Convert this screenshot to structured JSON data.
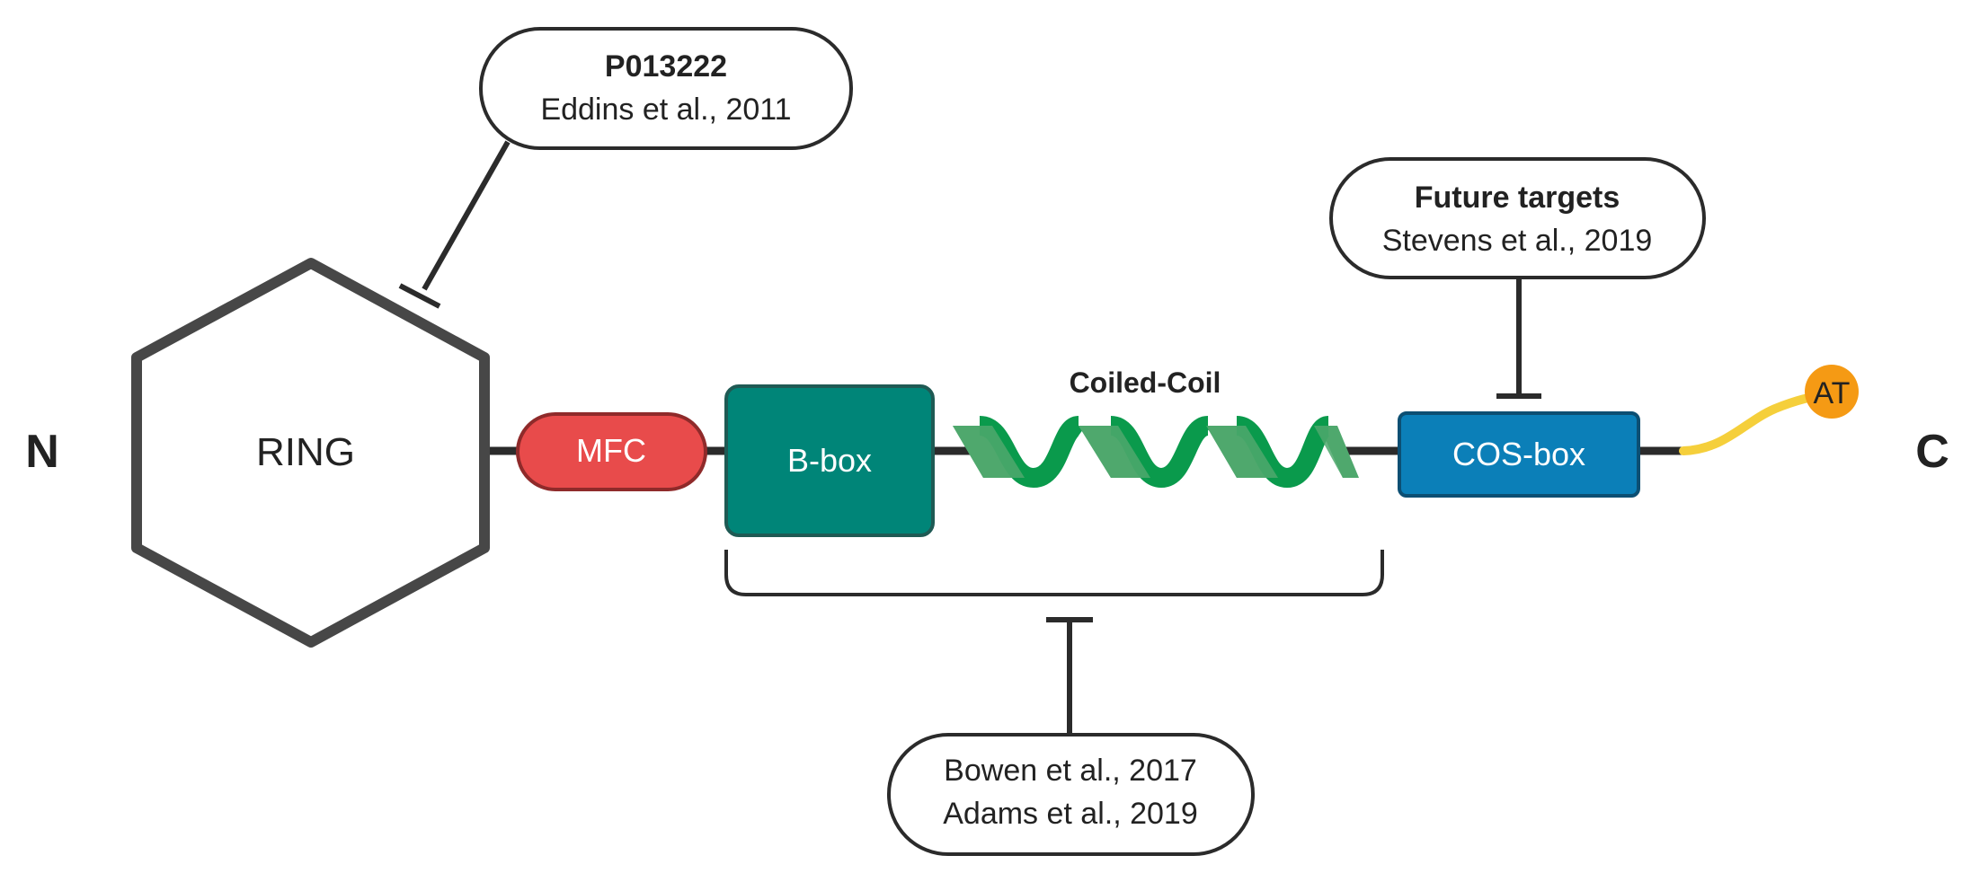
{
  "terminals": {
    "n": "N",
    "c": "C"
  },
  "domains": {
    "ring": "RING",
    "mfc": "MFC",
    "bbox": "B-box",
    "coiled_coil": "Coiled-Coil",
    "cosbox": "COS-box",
    "at": "AT"
  },
  "callouts": {
    "top_left": {
      "title": "P013222",
      "ref": "Eddins et al., 2011"
    },
    "top_right": {
      "title": "Future targets",
      "ref": "Stevens et al., 2019"
    },
    "bottom": {
      "ref1": "Bowen et al., 2017",
      "ref2": "Adams et al., 2019"
    }
  },
  "colors": {
    "backbone": "#2b2b2b",
    "ring_outline": "#474747",
    "mfc": "#e84b4b",
    "bbox": "#008578",
    "bbox_border": "#1f5a54",
    "coil_dark": "#0a9a4c",
    "coil_light": "#4fa86d",
    "cosbox": "#0b7fb8",
    "cosbox_border": "#0c4f73",
    "tail": "#f5cf3b",
    "at": "#f59a14"
  },
  "icons": {
    "inhibition_marker": "t-bar-inhibition-icon"
  }
}
